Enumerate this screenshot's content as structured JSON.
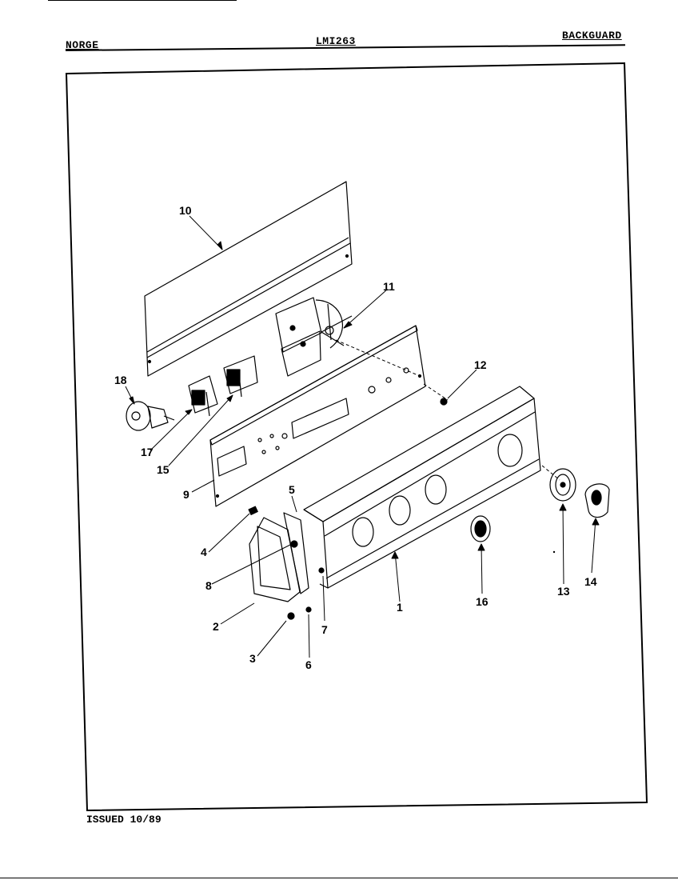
{
  "header": {
    "brand": "NORGE",
    "model": "LMI263",
    "section": "BACKGUARD"
  },
  "footer": {
    "issued": "ISSUED 10/89"
  },
  "callouts": {
    "c1": "1",
    "c2": "2",
    "c3": "3",
    "c4": "4",
    "c5": "5",
    "c6": "6",
    "c7": "7",
    "c8": "8",
    "c9": "9",
    "c10": "10",
    "c11": "11",
    "c12": "12",
    "c13": "13",
    "c14": "14",
    "c15": "15",
    "c16": "16",
    "c17": "17",
    "c18": "18"
  }
}
